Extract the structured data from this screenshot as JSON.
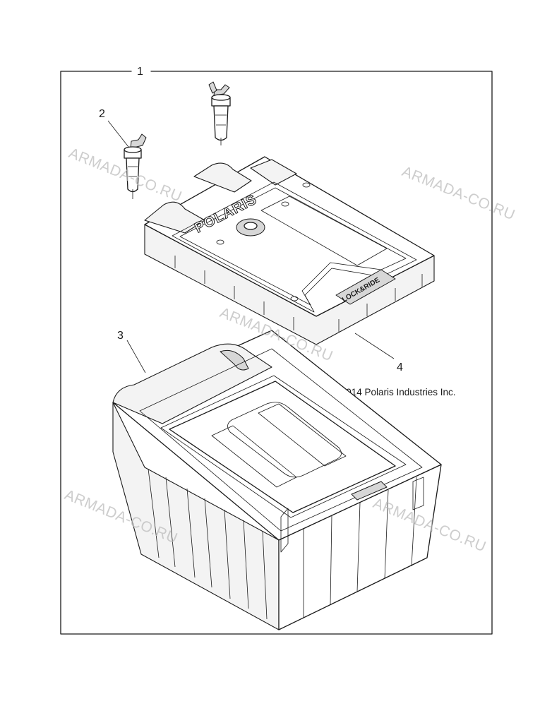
{
  "diagram": {
    "callouts": [
      "1",
      "2",
      "3",
      "4"
    ],
    "copyright": "© 2014 Polaris Industries Inc.",
    "brand_text": "POLARIS",
    "lock_text": "LOCK&RIDE",
    "watermark": "ARMADA-CO.RU"
  }
}
